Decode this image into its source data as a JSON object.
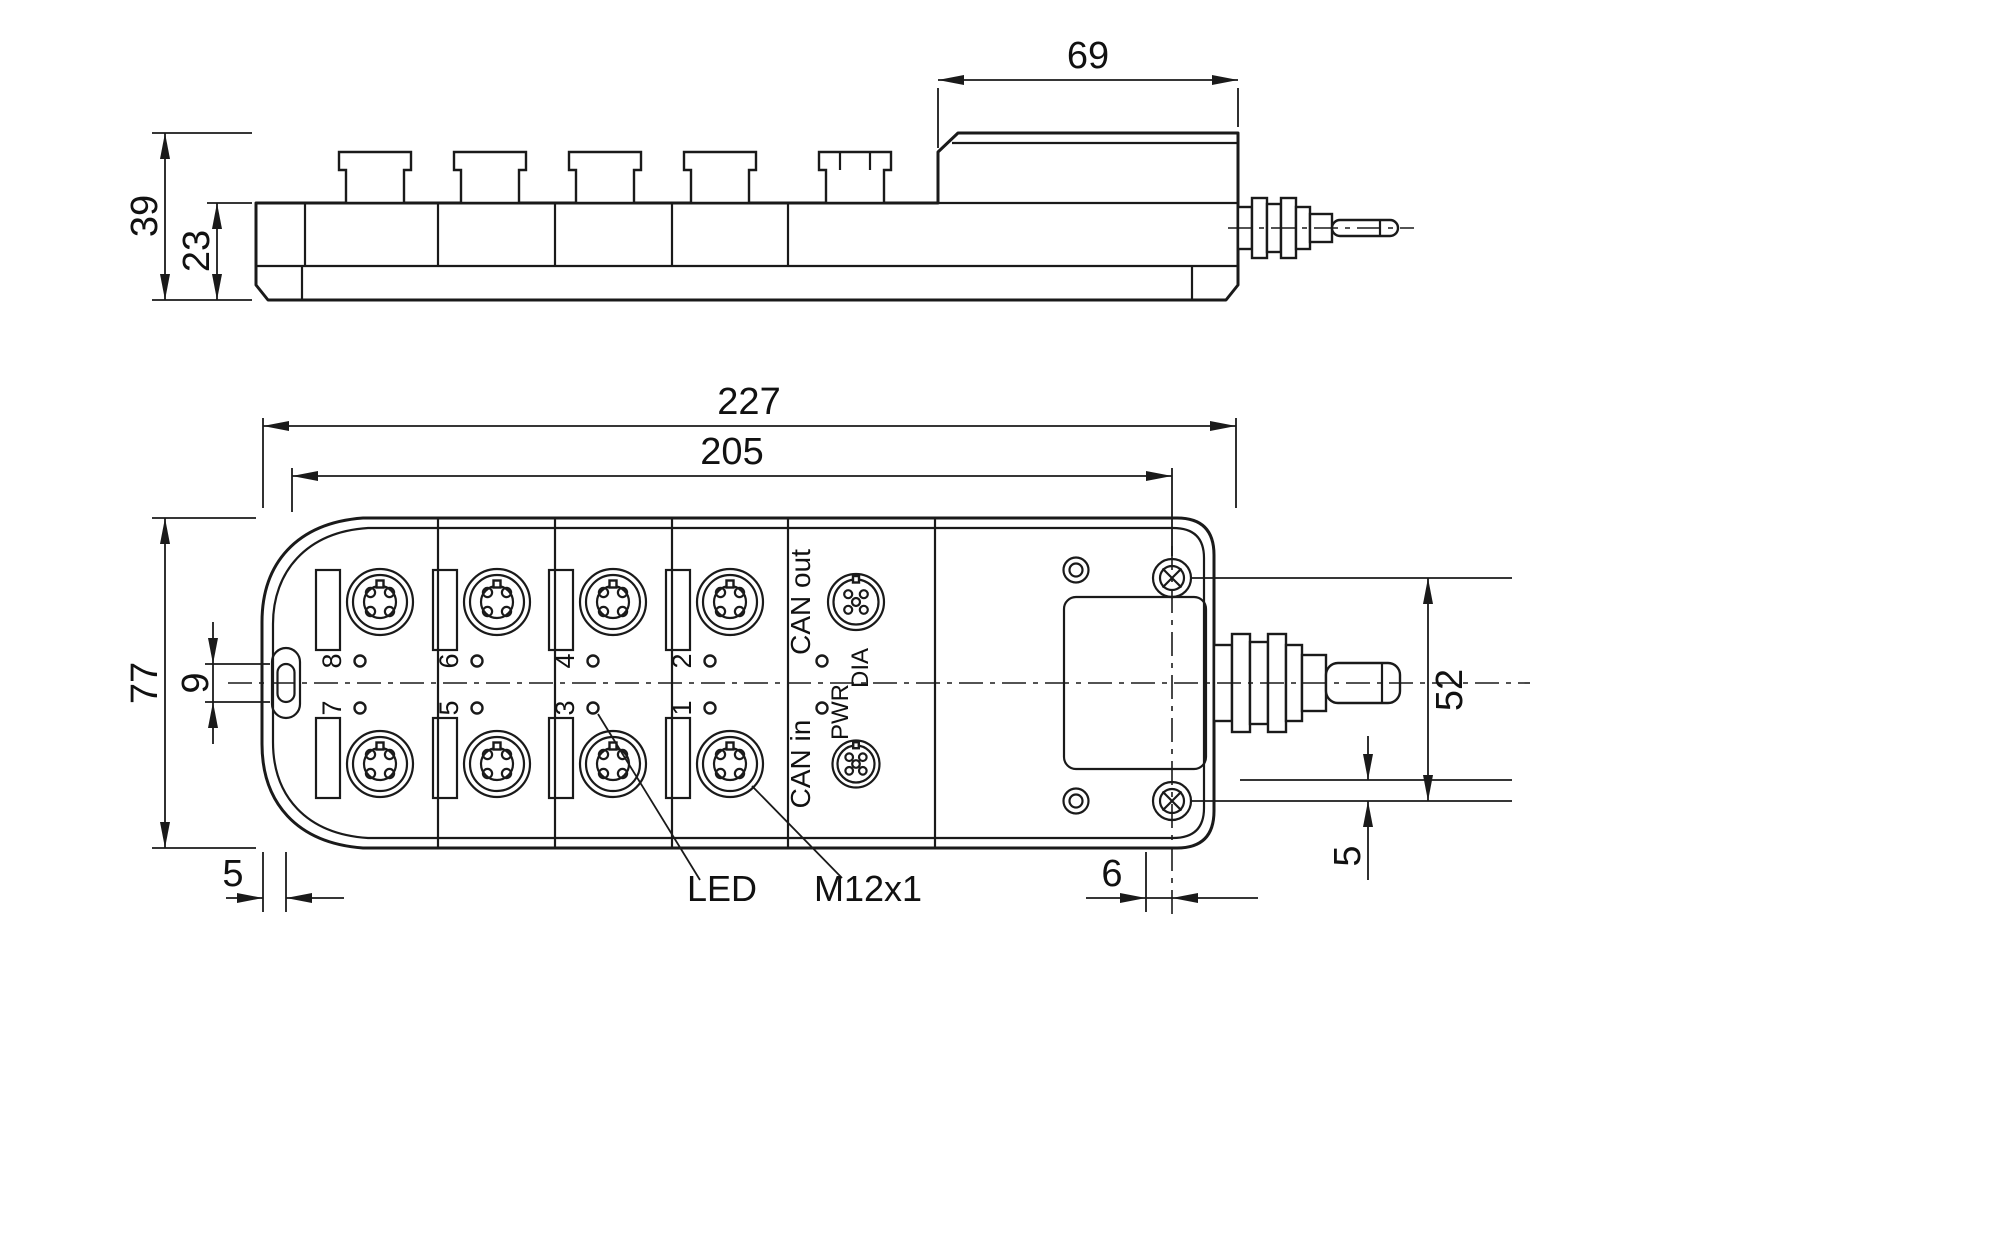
{
  "colors": {
    "line": "#1a1a1a",
    "background": "#ffffff"
  },
  "side_view": {
    "dim_69": "69",
    "dim_39": "39",
    "dim_23": "23"
  },
  "front_view": {
    "dim_227": "227",
    "dim_205": "205",
    "dim_77": "77",
    "dim_9": "9",
    "dim_52": "52",
    "dim_5_left": "5",
    "dim_6": "6",
    "dim_5_right": "5",
    "ports_top": [
      "8",
      "6",
      "4",
      "2"
    ],
    "ports_bottom": [
      "7",
      "5",
      "3",
      "1"
    ],
    "can_out": "CAN out",
    "can_in": "CAN in",
    "dia": "DIA",
    "pwr": "PWR",
    "led": "LED",
    "m12": "M12x1"
  }
}
